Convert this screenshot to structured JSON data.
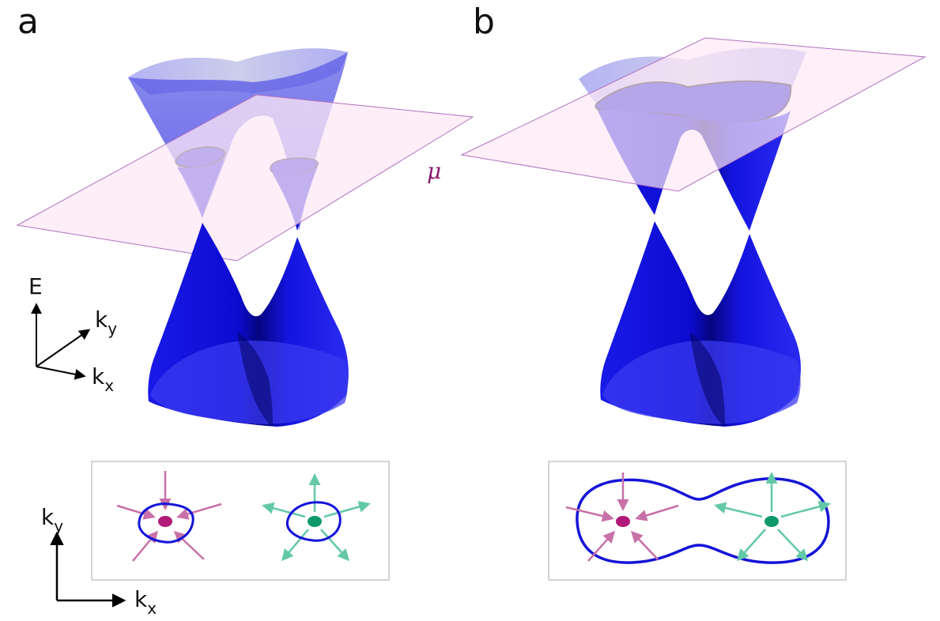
{
  "panels": [
    {
      "letter": "a"
    },
    {
      "letter": "b"
    }
  ],
  "labels": {
    "mu": "μ",
    "energy_axis": "E",
    "kx_base": "k",
    "kx_sub": "x",
    "ky_base": "k",
    "ky_sub": "y"
  },
  "colors": {
    "cone": "#1010e6",
    "cone_light": "#9a9af0",
    "plane_fill": "#fde8f5",
    "plane_edge": "#b070c0",
    "mu_text": "#8a1a6e",
    "source_magenta": "#b01a78",
    "arrow_magenta": "#c870a8",
    "source_green": "#0f9a6a",
    "arrow_green": "#62c8a8",
    "contour": "#1414d8"
  }
}
